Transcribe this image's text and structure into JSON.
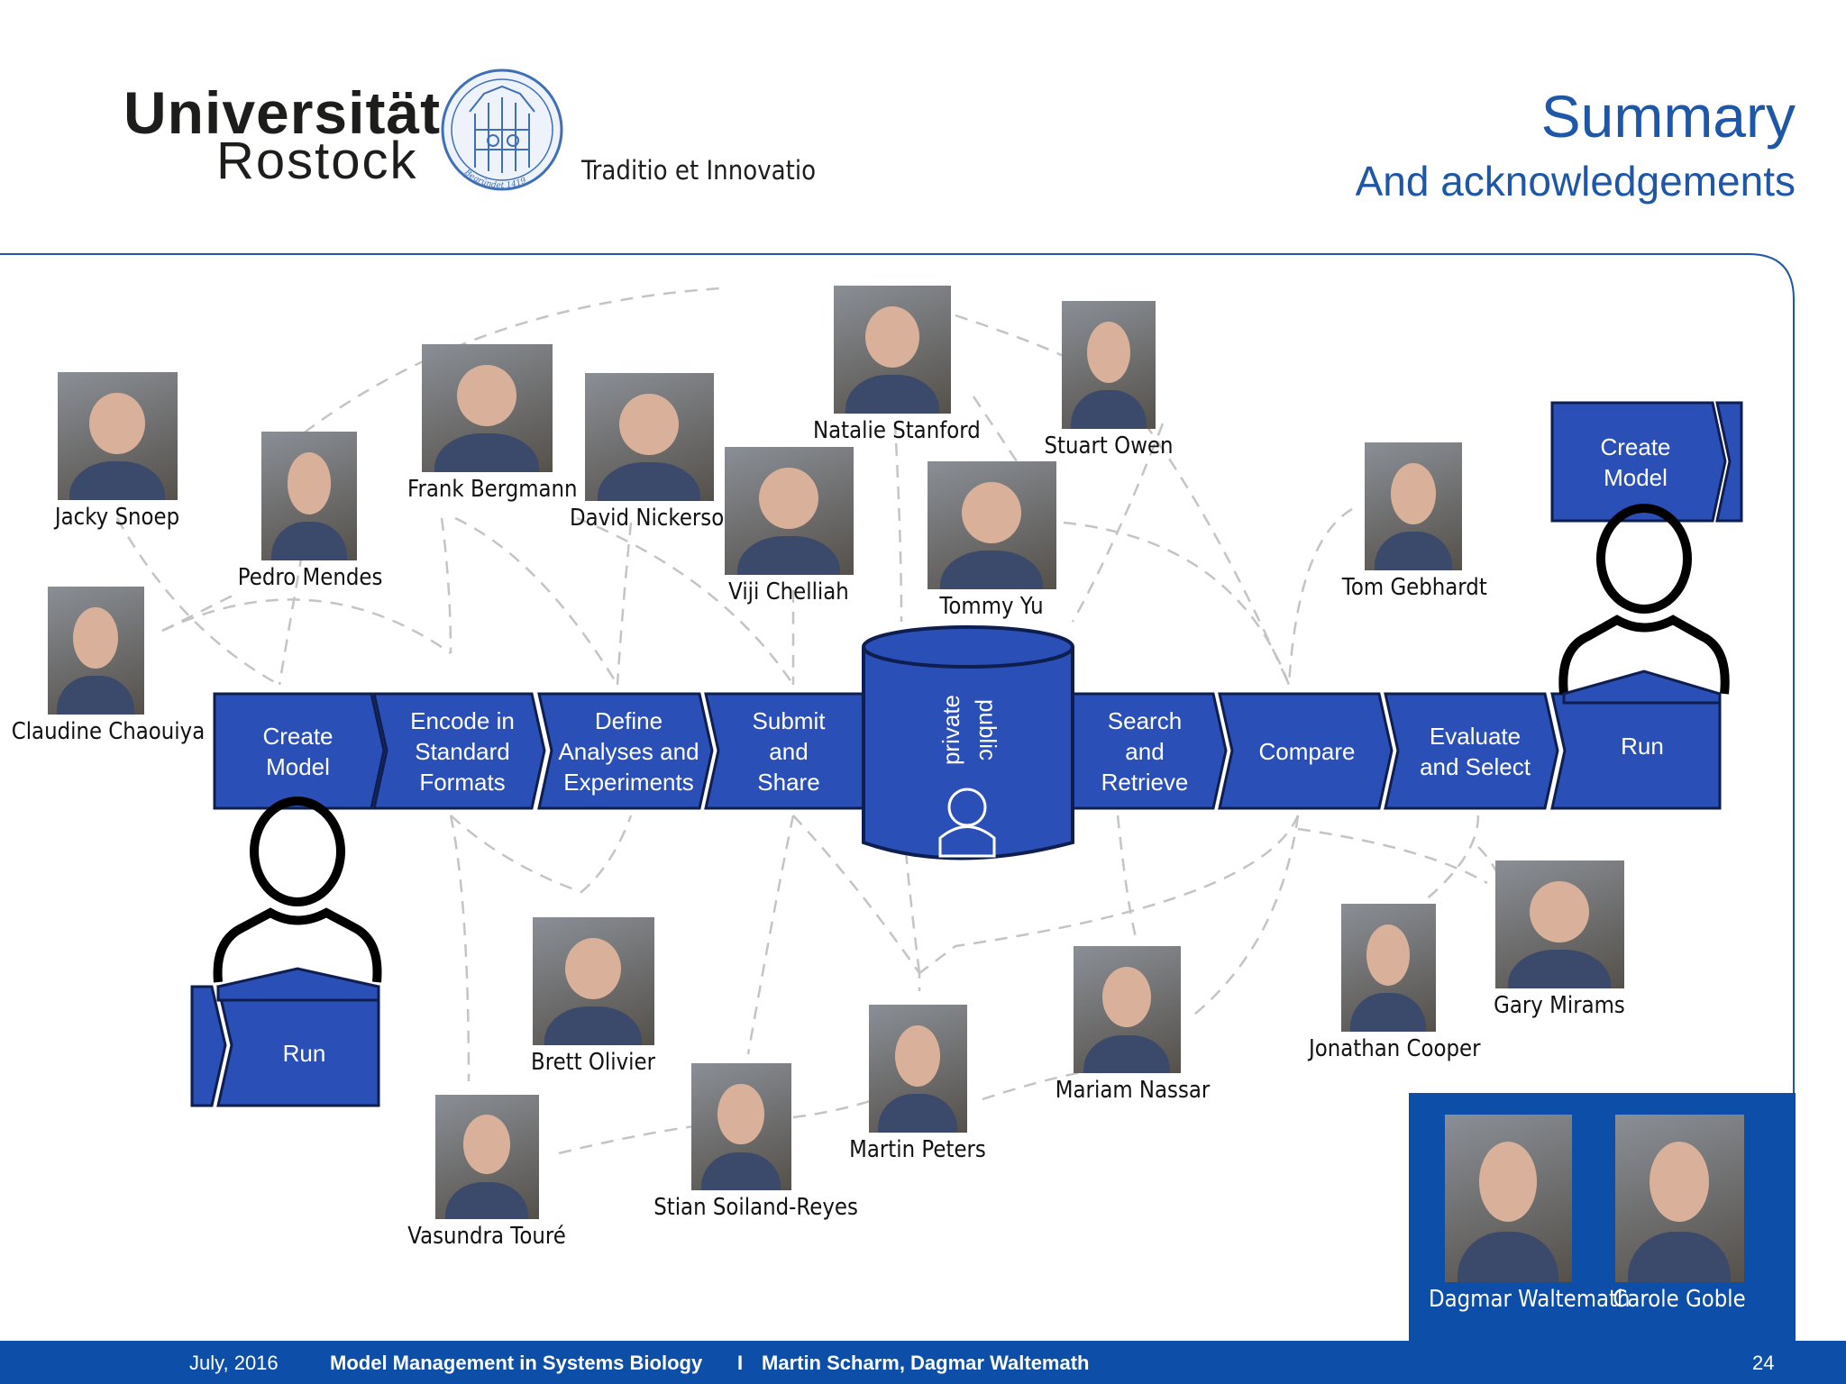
{
  "header": {
    "university_line1": "Universität",
    "university_line2": "Rostock",
    "motto": "Traditio et Innovatio",
    "seal_text": "Begründet 1419",
    "title": "Summary",
    "subtitle": "And acknowledgements"
  },
  "workflow": {
    "steps": [
      {
        "label": "Create\nModel"
      },
      {
        "label": "Encode in\nStandard\nFormats"
      },
      {
        "label": "Define\nAnalyses and\nExperiments"
      },
      {
        "label": "Submit\nand\nShare"
      },
      {
        "label": "Search\nand\nRetrieve"
      },
      {
        "label": "Compare"
      },
      {
        "label": "Evaluate\nand Select"
      },
      {
        "label": "Run"
      }
    ],
    "database": {
      "private_label": "private",
      "public_label": "public"
    },
    "left_user": {
      "run_label": "Run"
    },
    "right_user": {
      "create_label": "Create\nModel"
    }
  },
  "people": [
    {
      "name": "Jacky Snoep"
    },
    {
      "name": "Pedro Mendes"
    },
    {
      "name": "Frank Bergmann"
    },
    {
      "name": "David Nickerson"
    },
    {
      "name": "Viji Chelliah"
    },
    {
      "name": "Natalie Stanford"
    },
    {
      "name": "Tommy Yu"
    },
    {
      "name": "Stuart Owen"
    },
    {
      "name": "Tom Gebhardt"
    },
    {
      "name": "Claudine Chaouiya"
    },
    {
      "name": "Brett Olivier"
    },
    {
      "name": "Vasundra Touré"
    },
    {
      "name": "Stian Soiland-Reyes"
    },
    {
      "name": "Martin Peters"
    },
    {
      "name": "Mariam Nassar"
    },
    {
      "name": "Jonathan Cooper"
    },
    {
      "name": "Gary Mirams"
    }
  ],
  "highlight_people": [
    {
      "name": "Dagmar Waltemath"
    },
    {
      "name": "Carole Goble"
    }
  ],
  "footer": {
    "date": "July, 2016",
    "talk": "Model Management in Systems Biology",
    "separator": "I",
    "authors": "Martin Scharm, Dagmar Waltemath",
    "page": "24"
  },
  "colors": {
    "brand_blue": "#1e56a8",
    "step_fill": "#2a50b8",
    "footer_blue": "#0d4fa8"
  }
}
